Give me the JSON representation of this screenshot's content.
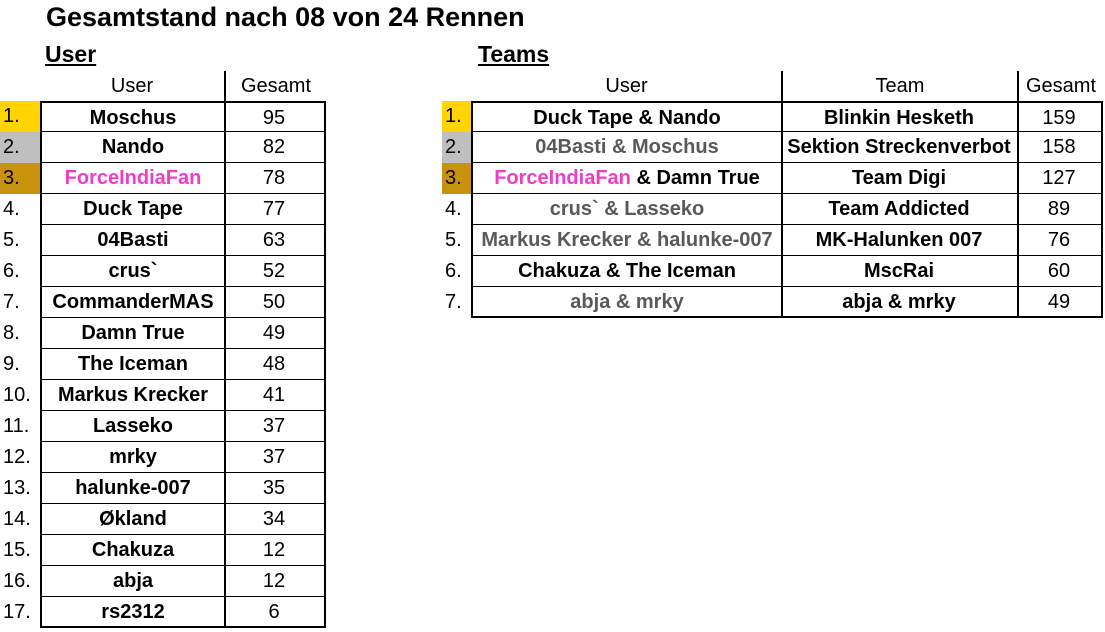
{
  "title": "Gesamtstand nach 08 von 24 Rennen",
  "user_section": {
    "heading": "User",
    "columns": {
      "user": "User",
      "total": "Gesamt"
    },
    "rows": [
      {
        "rank": "1.",
        "name": "Moschus",
        "total": "95",
        "medal": "gold",
        "style": "bold"
      },
      {
        "rank": "2.",
        "name": "Nando",
        "total": "82",
        "medal": "silver",
        "style": "bold"
      },
      {
        "rank": "3.",
        "name": "ForceIndiaFan",
        "total": "78",
        "medal": "bronze",
        "style": "pink"
      },
      {
        "rank": "4.",
        "name": "Duck Tape",
        "total": "77",
        "medal": "",
        "style": "bold"
      },
      {
        "rank": "5.",
        "name": "04Basti",
        "total": "63",
        "medal": "",
        "style": "bold"
      },
      {
        "rank": "6.",
        "name": "crus`",
        "total": "52",
        "medal": "",
        "style": "bold"
      },
      {
        "rank": "7.",
        "name": "CommanderMAS",
        "total": "50",
        "medal": "",
        "style": "bold"
      },
      {
        "rank": "8.",
        "name": "Damn True",
        "total": "49",
        "medal": "",
        "style": "bold"
      },
      {
        "rank": "9.",
        "name": "The Iceman",
        "total": "48",
        "medal": "",
        "style": "bold"
      },
      {
        "rank": "10.",
        "name": "Markus Krecker",
        "total": "41",
        "medal": "",
        "style": "bold"
      },
      {
        "rank": "11.",
        "name": "Lasseko",
        "total": "37",
        "medal": "",
        "style": "bold"
      },
      {
        "rank": "12.",
        "name": "mrky",
        "total": "37",
        "medal": "",
        "style": "bold"
      },
      {
        "rank": "13.",
        "name": "halunke-007",
        "total": "35",
        "medal": "",
        "style": "bold"
      },
      {
        "rank": "14.",
        "name": "Økland",
        "total": "34",
        "medal": "",
        "style": "bold"
      },
      {
        "rank": "15.",
        "name": "Chakuza",
        "total": "12",
        "medal": "",
        "style": "bold"
      },
      {
        "rank": "16.",
        "name": "abja",
        "total": "12",
        "medal": "",
        "style": "bold"
      },
      {
        "rank": "17.",
        "name": "rs2312",
        "total": "6",
        "medal": "",
        "style": "bold"
      }
    ]
  },
  "team_section": {
    "heading": "Teams",
    "columns": {
      "user": "User",
      "team": "Team",
      "total": "Gesamt"
    },
    "rows": [
      {
        "rank": "1.",
        "users": [
          {
            "text": "Duck Tape & Nando",
            "style": "bold"
          }
        ],
        "team": "Blinkin Hesketh",
        "total": "159",
        "medal": "gold"
      },
      {
        "rank": "2.",
        "users": [
          {
            "text": "04Basti & Moschus",
            "style": "grey"
          }
        ],
        "team": "Sektion Streckenverbot",
        "total": "158",
        "medal": "silver"
      },
      {
        "rank": "3.",
        "users": [
          {
            "text": "ForceIndiaFan",
            "style": "pink"
          },
          {
            "text": " & Damn True",
            "style": "bold"
          }
        ],
        "team": "Team Digi",
        "total": "127",
        "medal": "bronze"
      },
      {
        "rank": "4.",
        "users": [
          {
            "text": "crus` & Lasseko",
            "style": "grey"
          }
        ],
        "team": "Team Addicted",
        "total": "89",
        "medal": ""
      },
      {
        "rank": "5.",
        "users": [
          {
            "text": "Markus Krecker & halunke-007",
            "style": "grey"
          }
        ],
        "team": "MK-Halunken 007",
        "total": "76",
        "medal": ""
      },
      {
        "rank": "6.",
        "users": [
          {
            "text": "Chakuza & The Iceman",
            "style": "bold"
          }
        ],
        "team": "MscRai",
        "total": "60",
        "medal": ""
      },
      {
        "rank": "7.",
        "users": [
          {
            "text": "abja & mrky",
            "style": "grey"
          }
        ],
        "team": "abja & mrky",
        "total": "49",
        "medal": ""
      }
    ]
  }
}
